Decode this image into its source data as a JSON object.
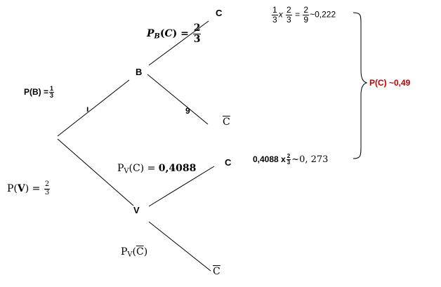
{
  "nodes": {
    "b": "B",
    "v": "V",
    "c_top": "C",
    "cbar_top": "C",
    "c_mid": "C",
    "cbar_bottom": "C",
    "stray_9": "9",
    "stray_mark": "ı"
  },
  "prob_b": {
    "prefix": "P(B) =",
    "num": "1",
    "den": "3"
  },
  "prob_v": {
    "prefix": "P(",
    "var": "V",
    "suffix": ") =",
    "num": "2",
    "den": "3"
  },
  "prob_c_given_b": {
    "p": "P",
    "sub": "B",
    "paren_open": "(",
    "var": "C",
    "paren_close": ") =",
    "num": "2",
    "den": "3"
  },
  "prob_c_given_v": {
    "p": "P",
    "sub": "V",
    "paren_open": "(C) =",
    "value": "0,4088"
  },
  "prob_cbar_given_v": {
    "p": "P",
    "sub": "V",
    "paren_open": "(",
    "var": "C",
    "paren_close": ")"
  },
  "calc_top": {
    "f1_num": "1",
    "f1_den": "3",
    "times": "x",
    "f2_num": "2",
    "f2_den": "3",
    "eq": "=",
    "f3_num": "2",
    "f3_den": "9",
    "approx": "~0,222"
  },
  "calc_bottom": {
    "lead": "0,4088 x",
    "num": "2",
    "den": "3",
    "approx": "~0, 273"
  },
  "result": {
    "label": "P(C) ~0,49",
    "color": "#c00000"
  }
}
